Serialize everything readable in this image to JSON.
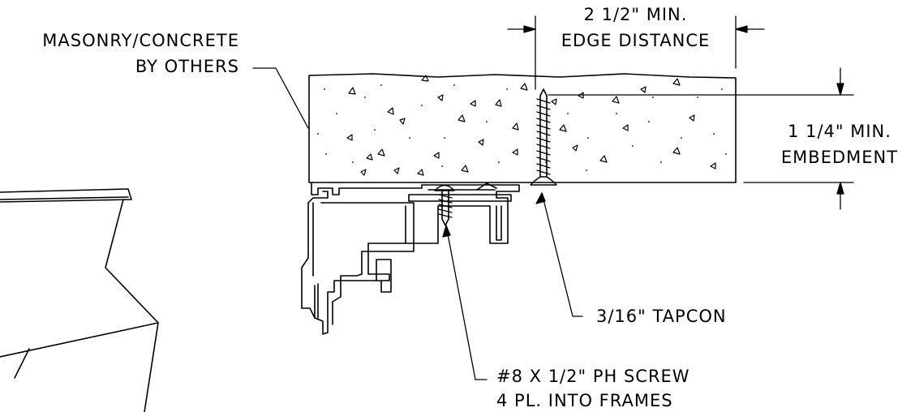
{
  "labels": {
    "masonry_line1": "MASONRY/CONCRETE",
    "masonry_line2": "BY OTHERS",
    "edge_line1": "2 1/2\" MIN.",
    "edge_line2": "EDGE DISTANCE",
    "embed_line1": "1 1/4\" MIN.",
    "embed_line2": "EMBEDMENT",
    "tapcon": "3/16\" TAPCON",
    "screw_line1": "#8 X 1/2\" PH SCREW",
    "screw_line2": "4 PL. INTO FRAMES"
  },
  "colors": {
    "line": "#000000",
    "background": "#ffffff"
  }
}
